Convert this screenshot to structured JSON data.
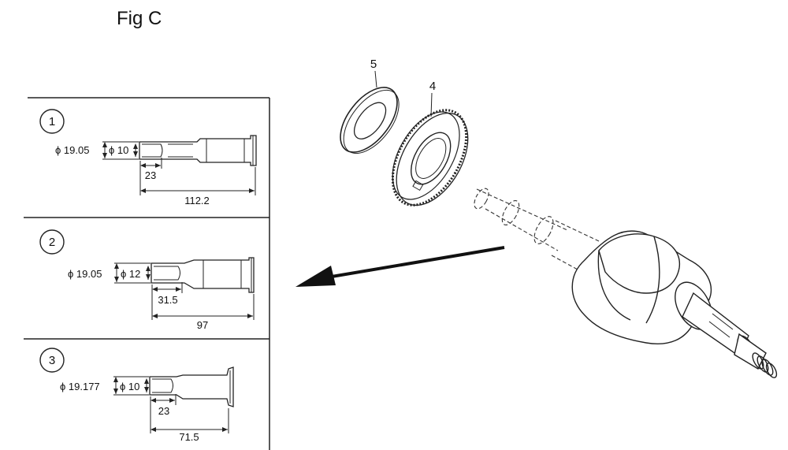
{
  "figure": {
    "title": "Fig C"
  },
  "part_labels": {
    "washer": "5",
    "gear": "4"
  },
  "shafts": [
    {
      "index": "1",
      "outer_dia": "ϕ 19.05",
      "inner_dia": "ϕ 10",
      "short_len": "23",
      "total_len": "112.2"
    },
    {
      "index": "2",
      "outer_dia": "ϕ 19.05",
      "inner_dia": "ϕ 12",
      "short_len": "31.5",
      "total_len": "97"
    },
    {
      "index": "3",
      "outer_dia": "ϕ 19.177",
      "inner_dia": "ϕ 10",
      "short_len": "23",
      "total_len": "71.5"
    }
  ]
}
